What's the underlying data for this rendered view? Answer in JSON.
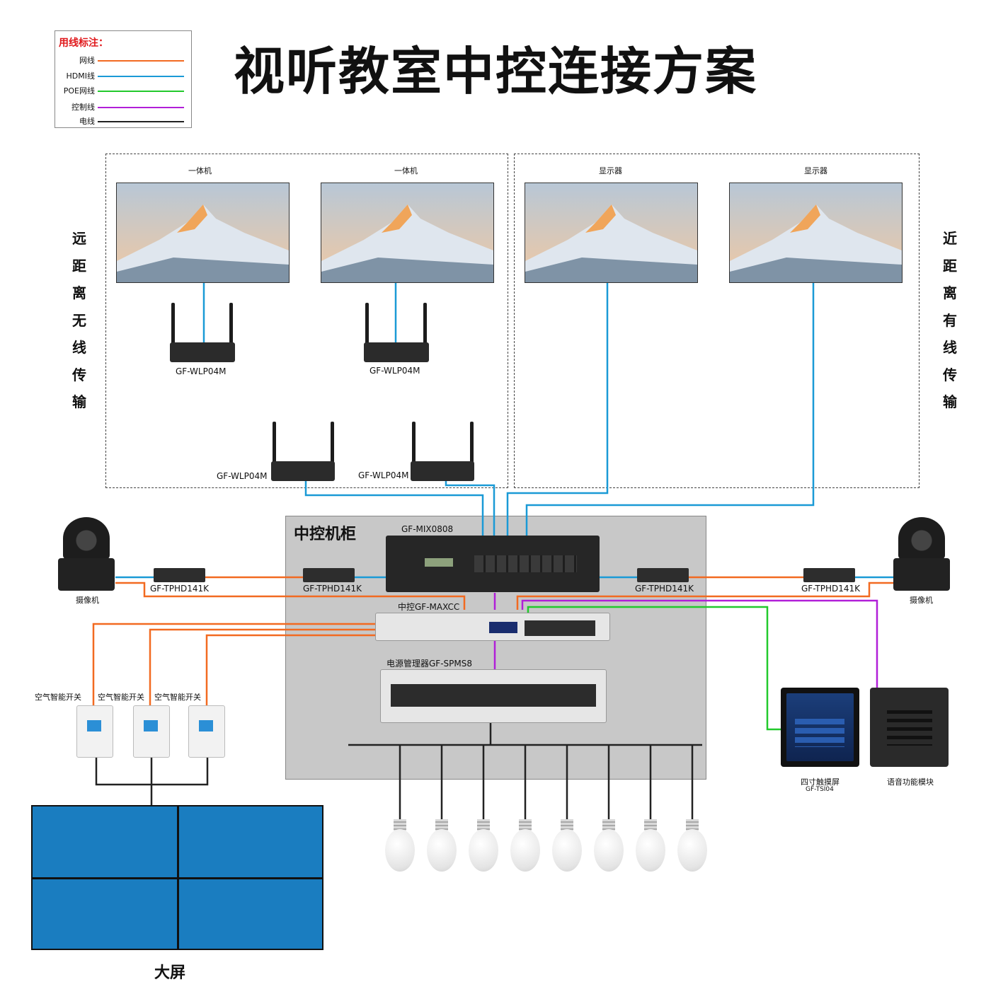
{
  "title": "视听教室中控连接方案",
  "legend": {
    "heading": "用线标注：",
    "items": [
      {
        "label": "网线",
        "color": "#f26a21"
      },
      {
        "label": "HDMI线",
        "color": "#1a9ad6"
      },
      {
        "label": "POE网线",
        "color": "#22c92c"
      },
      {
        "label": "控制线",
        "color": "#b11fd8"
      },
      {
        "label": "电线",
        "color": "#222222"
      }
    ]
  },
  "zones": {
    "left_label": "远距离无线传输",
    "right_label": "近距离有线传输"
  },
  "displays": [
    {
      "label": "一体机"
    },
    {
      "label": "一体机"
    },
    {
      "label": "显示器"
    },
    {
      "label": "显示器"
    }
  ],
  "wireless": {
    "receiver_1": "GF-WLP04M",
    "receiver_2": "GF-WLP04M",
    "transmitter_1": "GF-WLP04M",
    "transmitter_2": "GF-WLP04M"
  },
  "cabinet": {
    "title": "中控机柜",
    "matrix_model": "GF-MIX0808",
    "controller_label": "中控GF-MAXCC",
    "power_label": "电源管理器GF-SPMS8"
  },
  "extenders": {
    "e1": "GF-TPHD141K",
    "e2": "GF-TPHD141K",
    "e3": "GF-TPHD141K",
    "e4": "GF-TPHD141K"
  },
  "cameras": {
    "left_label": "摄像机",
    "right_label": "摄像机"
  },
  "switches": {
    "s1": "空气智能开关",
    "s2": "空气智能开关",
    "s3": "空气智能开关"
  },
  "touch_panel": {
    "label": "四寸触摸屏",
    "model": "GF-TSI04"
  },
  "voice_module": {
    "label": "语音功能模块"
  },
  "big_screen": {
    "label": "大屏"
  },
  "colors": {
    "lan": "#f26a21",
    "hdmi": "#1a9ad6",
    "poe": "#22c92c",
    "control": "#b11fd8",
    "power": "#222222",
    "cabinet_bg": "#c8c8c8",
    "videowall": "#1a7dc0"
  }
}
